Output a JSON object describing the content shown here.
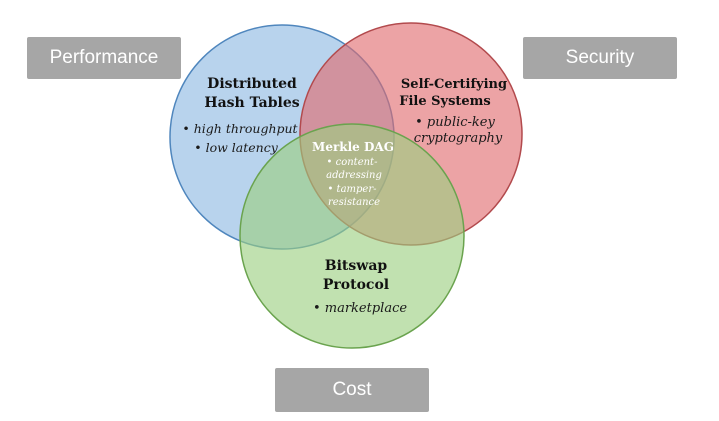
{
  "labels": {
    "performance": "Performance",
    "security": "Security",
    "cost": "Cost"
  },
  "circles": {
    "dht": {
      "title_line1": "Distributed",
      "title_line2": "Hash Tables",
      "bullet1": "• high throughput",
      "bullet2": "• low latency",
      "color": "#8db8e2"
    },
    "sfs": {
      "title_line1": "Self-Certifying",
      "title_line2": "File Systems",
      "bullet1": "• public-key",
      "bullet2": "cryptography",
      "color": "#e06b6e"
    },
    "bitswap": {
      "title_line1": "Bitswap",
      "title_line2": "Protocol",
      "bullet1": "• marketplace",
      "color": "#9bcf7f"
    }
  },
  "center": {
    "title": "Merkle DAG",
    "line1": "• content-",
    "line2": "addressing",
    "line3": "• tamper-",
    "line4": "resistance"
  }
}
